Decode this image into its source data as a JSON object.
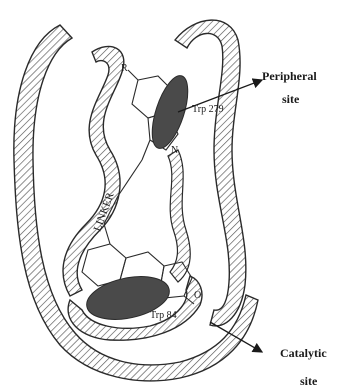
{
  "labels": {
    "r_group": "R",
    "trp279": "Trp 279",
    "trp84": "Trp 84",
    "linker": "LINKER",
    "nitrogen": "N",
    "oxygen": "O",
    "peripheral_line1": "Peripheral",
    "peripheral_line2": "site",
    "catalytic_line1": "Catalytic",
    "catalytic_line2": "site"
  },
  "colors": {
    "outline": "#2a2a2a",
    "hatch": "#555555",
    "site_fill": "#4a4a4a",
    "ribbon_fill": "#ffffff"
  }
}
